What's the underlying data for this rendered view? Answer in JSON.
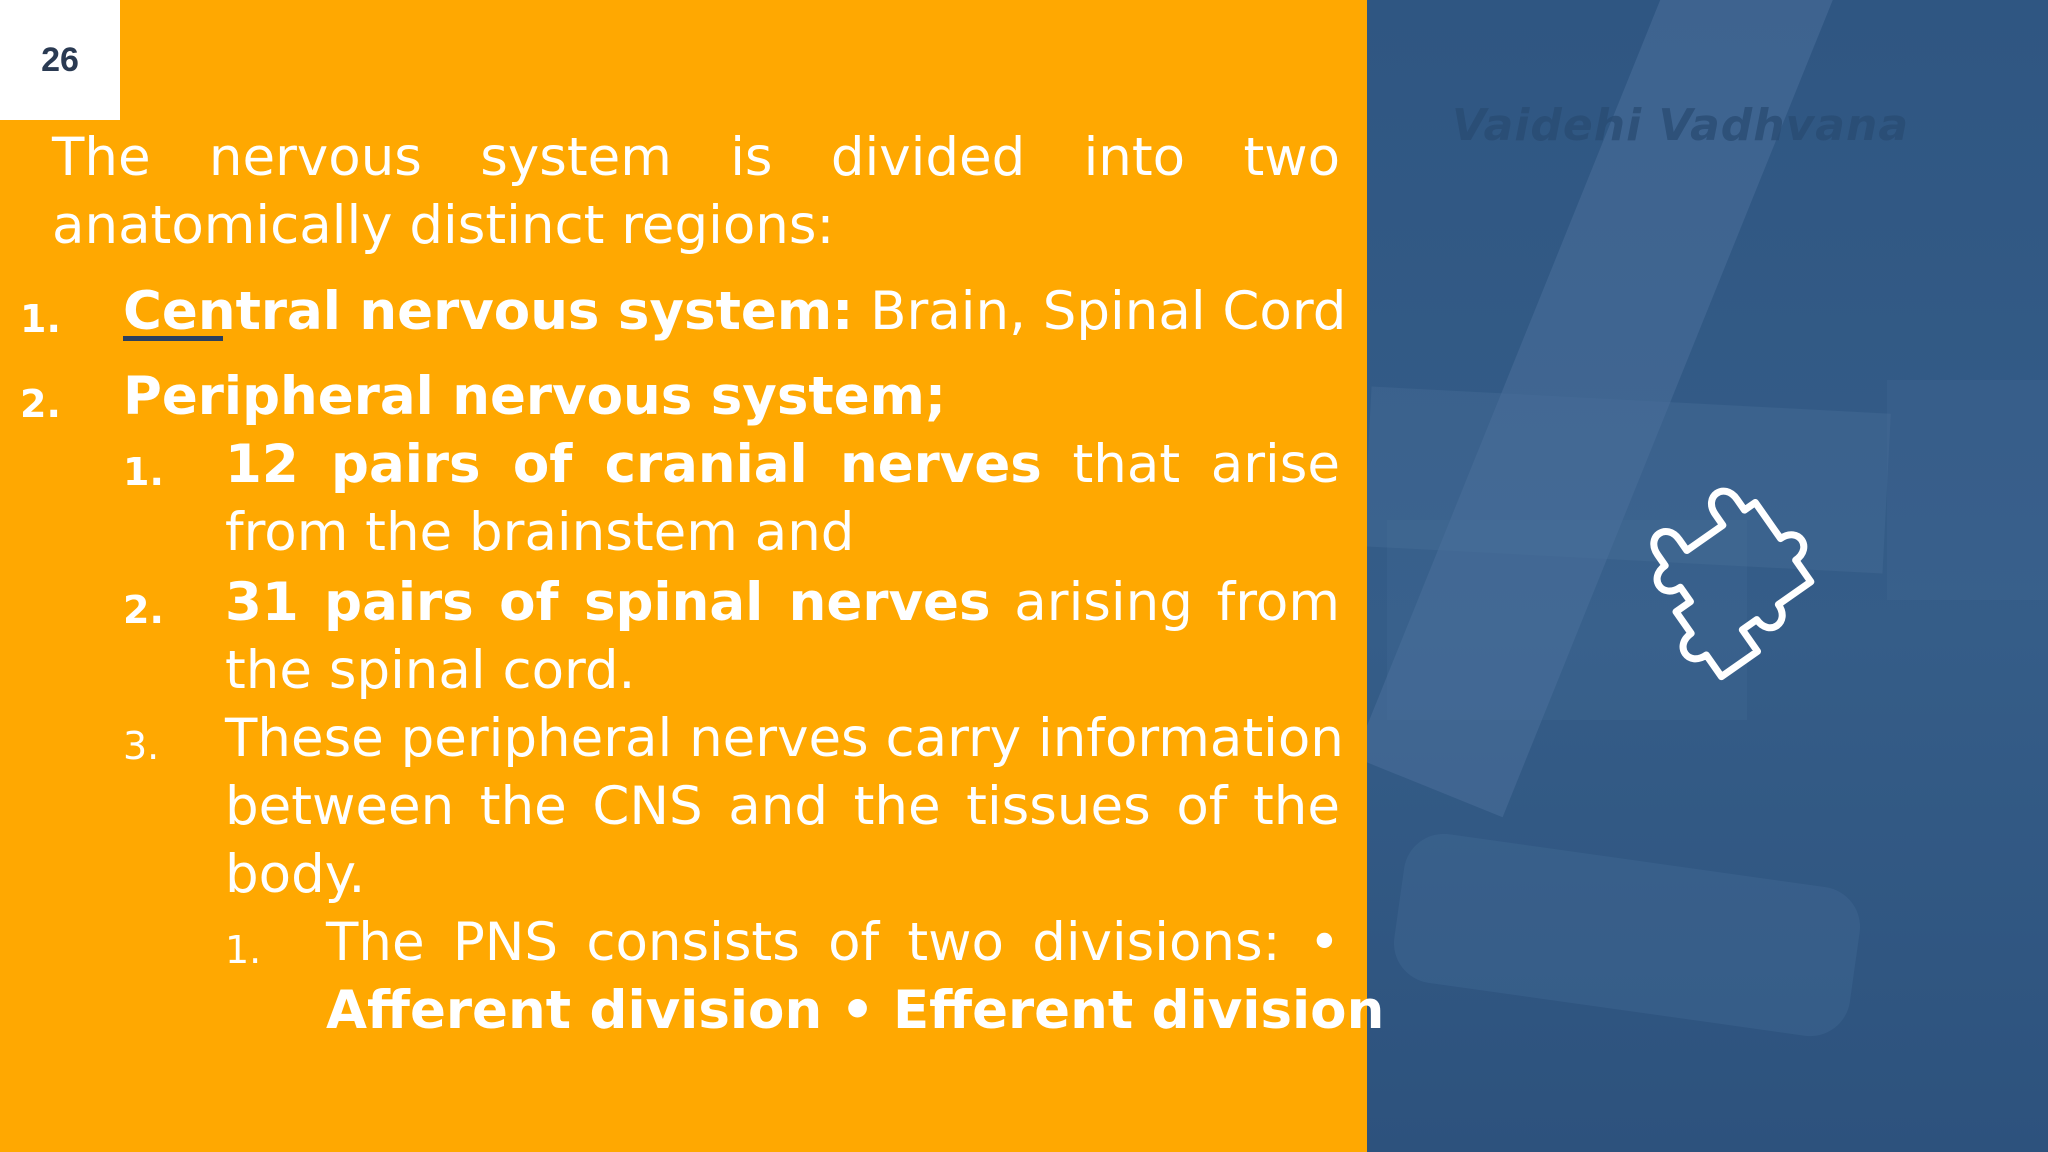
{
  "slide_number": "26",
  "watermark": "Vaidehi Vadhvana",
  "intro": {
    "line1": "The nervous system is divided into two",
    "line2": "anatomically distinct regions:"
  },
  "items": [
    {
      "number": "1.",
      "bold": "Central nervous system:",
      "rest": " Brain, Spinal Cord"
    },
    {
      "number": "2.",
      "bold": "Peripheral nervous system;"
    }
  ],
  "sub_items": [
    {
      "number": "1.",
      "bold": "12 pairs of cranial nerves",
      "rest": " that arise",
      "line2": "from the brainstem and"
    },
    {
      "number": "2.",
      "bold": "31 pairs of spinal nerves",
      "rest": " arising from",
      "line2": "the spinal cord."
    },
    {
      "number": "3.",
      "line1": "These peripheral nerves carry information",
      "line2": "between the CNS and the tissues of the",
      "line3": "body."
    }
  ],
  "sub_sub_item": {
    "number": "1.",
    "line1": "The PNS consists of two divisions: •",
    "line2": "Afferent division • Efferent division"
  },
  "icon": "puzzle-piece-icon",
  "colors": {
    "left_panel": "#ffa801",
    "right_panel": "#2e5580",
    "text": "#ffffff"
  }
}
